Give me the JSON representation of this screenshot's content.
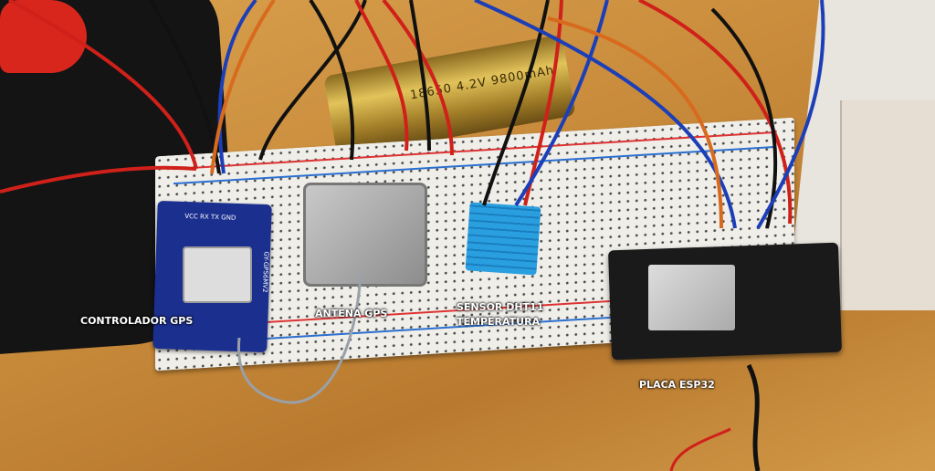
{
  "labels": {
    "gps_controller": "CONTROLADOR GPS",
    "gps_antenna": "ANTENA GPS",
    "dht11_line1": "SENSOR DHT11",
    "dht11_line2": "TEMPERATURA",
    "esp32": "PLACA ESP32"
  },
  "battery_text": "18650 4.2V 9800mAh",
  "gps_module_text": "GY-GPS6MV2",
  "gps_pins": "VCC RX TX GND",
  "colors": {
    "wire_red": "#d0201a",
    "wire_blue": "#1c3fb8",
    "wire_black": "#111111",
    "wire_orange": "#d86a1e",
    "breadboard": "#efeee9",
    "gps_board": "#1b2f8f",
    "dht11": "#2a9fe0"
  }
}
